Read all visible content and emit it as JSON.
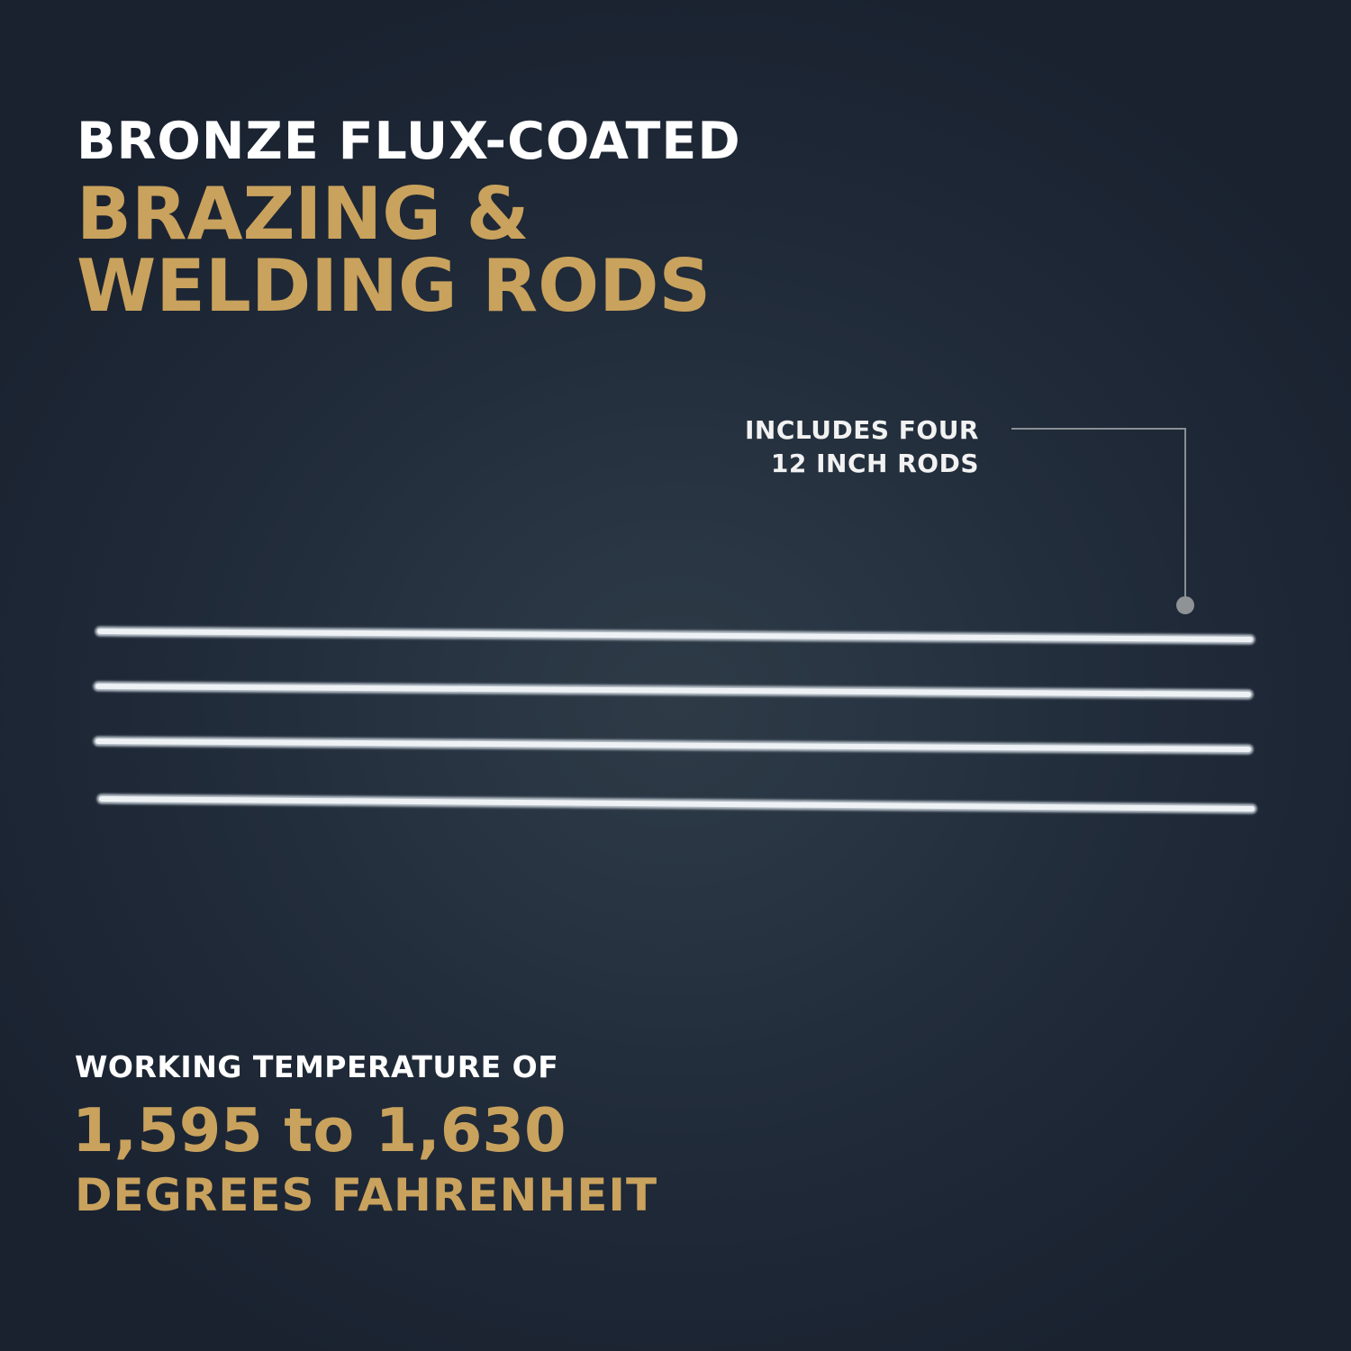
{
  "headline": {
    "line1": "BRONZE FLUX-COATED",
    "line2": "BRAZING &",
    "line3": "WELDING RODS"
  },
  "callout": {
    "line1": "INCLUDES FOUR",
    "line2": "12 INCH RODS"
  },
  "rods": {
    "count": 4,
    "color": "#e9eef2"
  },
  "temperature": {
    "label": "WORKING TEMPERATURE OF",
    "range": "1,595 to 1,630",
    "unit": "DEGREES FAHRENHEIT"
  },
  "colors": {
    "gold": "#c9a25d",
    "white": "#ffffff",
    "background": "#1f2937",
    "callout_line": "#8a8f95"
  }
}
